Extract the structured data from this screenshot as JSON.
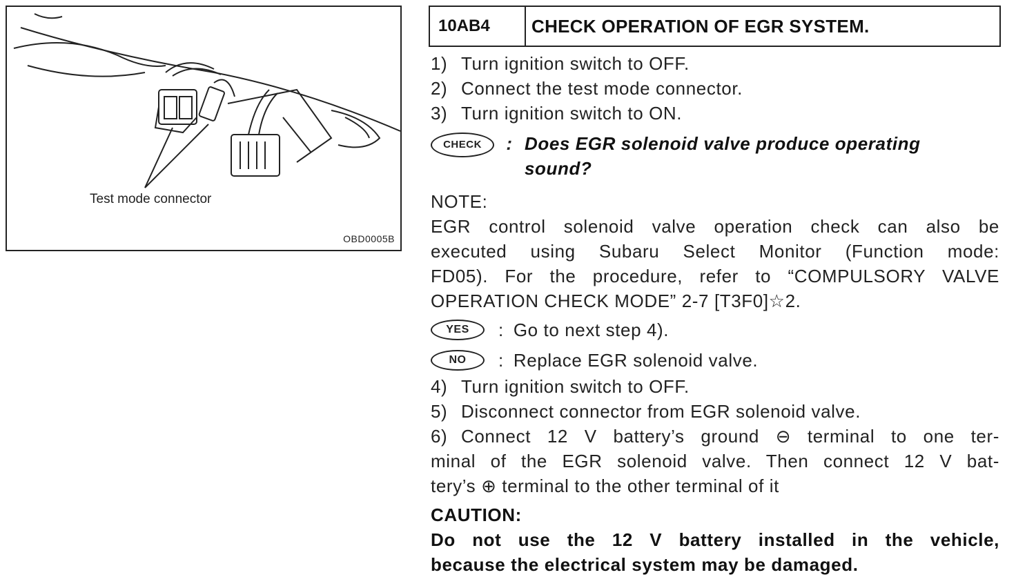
{
  "figure": {
    "label": "Test mode connector",
    "code": "OBD0005B"
  },
  "header": {
    "code": "10AB4",
    "title": "CHECK OPERATION OF EGR SYSTEM."
  },
  "steps_a": [
    {
      "num": "1)",
      "text": "Turn ignition switch to OFF."
    },
    {
      "num": "2)",
      "text": "Connect the test mode connector."
    },
    {
      "num": "3)",
      "text": "Turn ignition switch to ON."
    }
  ],
  "check": {
    "badge": "CHECK",
    "colon": ":",
    "question_line1": "Does EGR solenoid valve produce operating",
    "question_line2": "sound?"
  },
  "note": {
    "title": "NOTE:",
    "lines": [
      "EGR control solenoid valve operation check can also be",
      "executed using Subaru Select Monitor (Function mode:",
      "FD05). For the procedure, refer to “COMPULSORY VALVE",
      "OPERATION CHECK MODE” 2-7 [T3F0]☆2."
    ]
  },
  "yes": {
    "badge": "YES",
    "text": "Go to next step 4)."
  },
  "no": {
    "badge": "NO",
    "text": "Replace EGR solenoid valve."
  },
  "steps_b": [
    {
      "num": "4)",
      "text": "Turn ignition switch to OFF."
    },
    {
      "num": "5)",
      "text": "Disconnect connector from EGR solenoid valve."
    },
    {
      "num": "6)",
      "text": "Connect 12 V battery’s ground ⊖ terminal to one ter-"
    }
  ],
  "step6_continued": [
    "minal of the EGR solenoid valve. Then connect 12 V bat-",
    "tery’s ⊕ terminal to the other terminal of it"
  ],
  "caution": {
    "title": "CAUTION:",
    "line1": "Do not use the 12 V battery installed in the vehicle,",
    "line2": "because the electrical system may be damaged."
  }
}
